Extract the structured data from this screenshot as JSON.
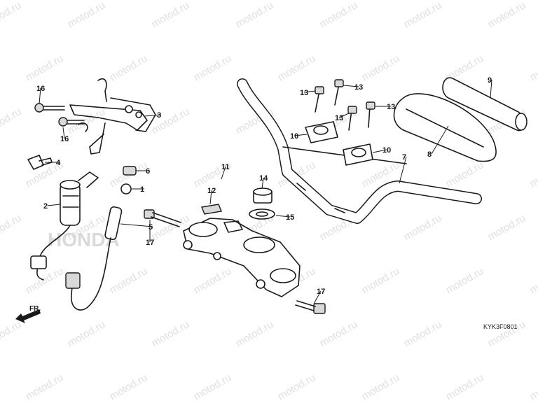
{
  "watermark": {
    "text": "motod.ru",
    "color": "#e0e0e0"
  },
  "diagram_code": "KYK3F0801",
  "front_arrow_label": "FR.",
  "brand_watermark": "HONDA",
  "callouts": [
    {
      "id": "c-16a",
      "label": "16"
    },
    {
      "id": "c-16b",
      "label": "16"
    },
    {
      "id": "c-3",
      "label": "3"
    },
    {
      "id": "c-4",
      "label": "4"
    },
    {
      "id": "c-6",
      "label": "6"
    },
    {
      "id": "c-1",
      "label": "1"
    },
    {
      "id": "c-2",
      "label": "2"
    },
    {
      "id": "c-5",
      "label": "5"
    },
    {
      "id": "c-17a",
      "label": "17"
    },
    {
      "id": "c-11",
      "label": "11"
    },
    {
      "id": "c-12",
      "label": "12"
    },
    {
      "id": "c-14",
      "label": "14"
    },
    {
      "id": "c-15",
      "label": "15"
    },
    {
      "id": "c-17b",
      "label": "17"
    },
    {
      "id": "c-13a",
      "label": "13"
    },
    {
      "id": "c-13b",
      "label": "13"
    },
    {
      "id": "c-13c",
      "label": "13"
    },
    {
      "id": "c-13d",
      "label": "13"
    },
    {
      "id": "c-10a",
      "label": "10"
    },
    {
      "id": "c-10b",
      "label": "10"
    },
    {
      "id": "c-7",
      "label": "7"
    },
    {
      "id": "c-8",
      "label": "8"
    },
    {
      "id": "c-9",
      "label": "9"
    }
  ]
}
